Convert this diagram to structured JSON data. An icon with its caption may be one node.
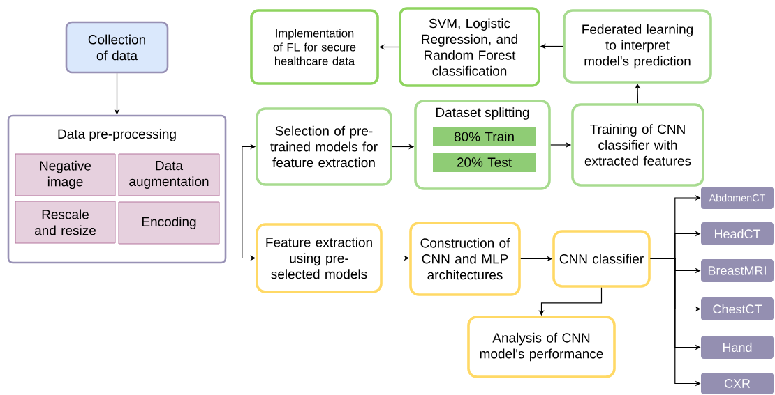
{
  "diagram": {
    "nodes": [
      {
        "text": [
          "Collection of data"
        ]
      },
      {
        "text": [
          "Data pre-processing"
        ]
      },
      {
        "text": [
          "Negative image"
        ],
        "in": 1
      },
      {
        "text": [
          "Data augmentation"
        ],
        "in": 1
      },
      {
        "text": [
          "Rescale and resize"
        ],
        "in": 1
      },
      {
        "text": [
          "Encoding"
        ],
        "in": 1
      },
      {
        "text": [
          "Implementation of FL for secure healthcare data"
        ]
      },
      {
        "text": [
          "SVM, Logistic Regression, and Random Forest classification"
        ]
      },
      {
        "text": [
          "Federated learning to interpret model's prediction"
        ]
      },
      {
        "text": [
          "Selection of pre-trained models for feature extraction"
        ]
      },
      {
        "text": [
          "Dataset splitting"
        ]
      },
      {
        "text": [
          "80% Train"
        ],
        "in": 10
      },
      {
        "text": [
          "20% Test"
        ],
        "in": 10
      },
      {
        "text": [
          "Training of CNN classifier with extracted features"
        ]
      },
      {
        "text": [
          "Feature extraction using pre-selected models"
        ]
      },
      {
        "text": [
          "Construction of CNN and MLP architectures"
        ]
      },
      {
        "text": [
          "CNN classifier"
        ]
      },
      {
        "text": [
          "Analysis of CNN model's performance"
        ]
      },
      {
        "text": [
          "AbdomenCT"
        ]
      },
      {
        "text": [
          "HeadCT"
        ]
      },
      {
        "text": [
          "BreastMRI"
        ]
      },
      {
        "text": [
          "ChestCT"
        ]
      },
      {
        "text": [
          "Hand"
        ]
      },
      {
        "text": [
          "CXR"
        ]
      }
    ],
    "edges": [
      {
        "from": 0,
        "to": 1,
        "arrow": "to"
      },
      {
        "from": 1,
        "to": 9,
        "arrow": "to"
      },
      {
        "from": 1,
        "to": 14,
        "arrow": "to"
      },
      {
        "from": 9,
        "to": 10,
        "arrow": "to"
      },
      {
        "from": 10,
        "to": 13,
        "arrow": "to"
      },
      {
        "from": 13,
        "to": 8,
        "arrow": "to"
      },
      {
        "from": 8,
        "to": 7,
        "arrow": "to"
      },
      {
        "from": 7,
        "to": 6,
        "arrow": "to"
      },
      {
        "from": 14,
        "to": 15,
        "arrow": "to"
      },
      {
        "from": 15,
        "to": 16,
        "arrow": "to"
      },
      {
        "from": 16,
        "to": 17,
        "arrow": "to"
      },
      {
        "from": 16,
        "to": 18,
        "arrow": "to"
      },
      {
        "from": 16,
        "to": 19,
        "arrow": "to"
      },
      {
        "from": 16,
        "to": 20,
        "arrow": "to"
      },
      {
        "from": 16,
        "to": 21,
        "arrow": "to"
      },
      {
        "from": 16,
        "to": 22,
        "arrow": "to"
      },
      {
        "from": 16,
        "to": 23,
        "arrow": "to"
      }
    ]
  }
}
